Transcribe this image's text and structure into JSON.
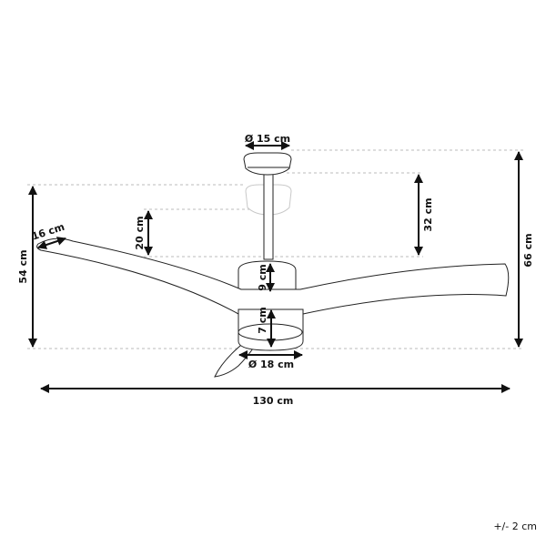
{
  "labels": {
    "canopy_diameter": "Ø 15 cm",
    "rod_drop": "32 cm",
    "total_height": "66 cm",
    "rod_adjust": "20 cm",
    "blade_width": "16 cm",
    "min_height": "54 cm",
    "upper_housing": "9 cm",
    "light_housing": "7 cm",
    "light_diameter": "Ø 18 cm",
    "span": "130 cm",
    "tolerance": "+/- 2 cm"
  }
}
